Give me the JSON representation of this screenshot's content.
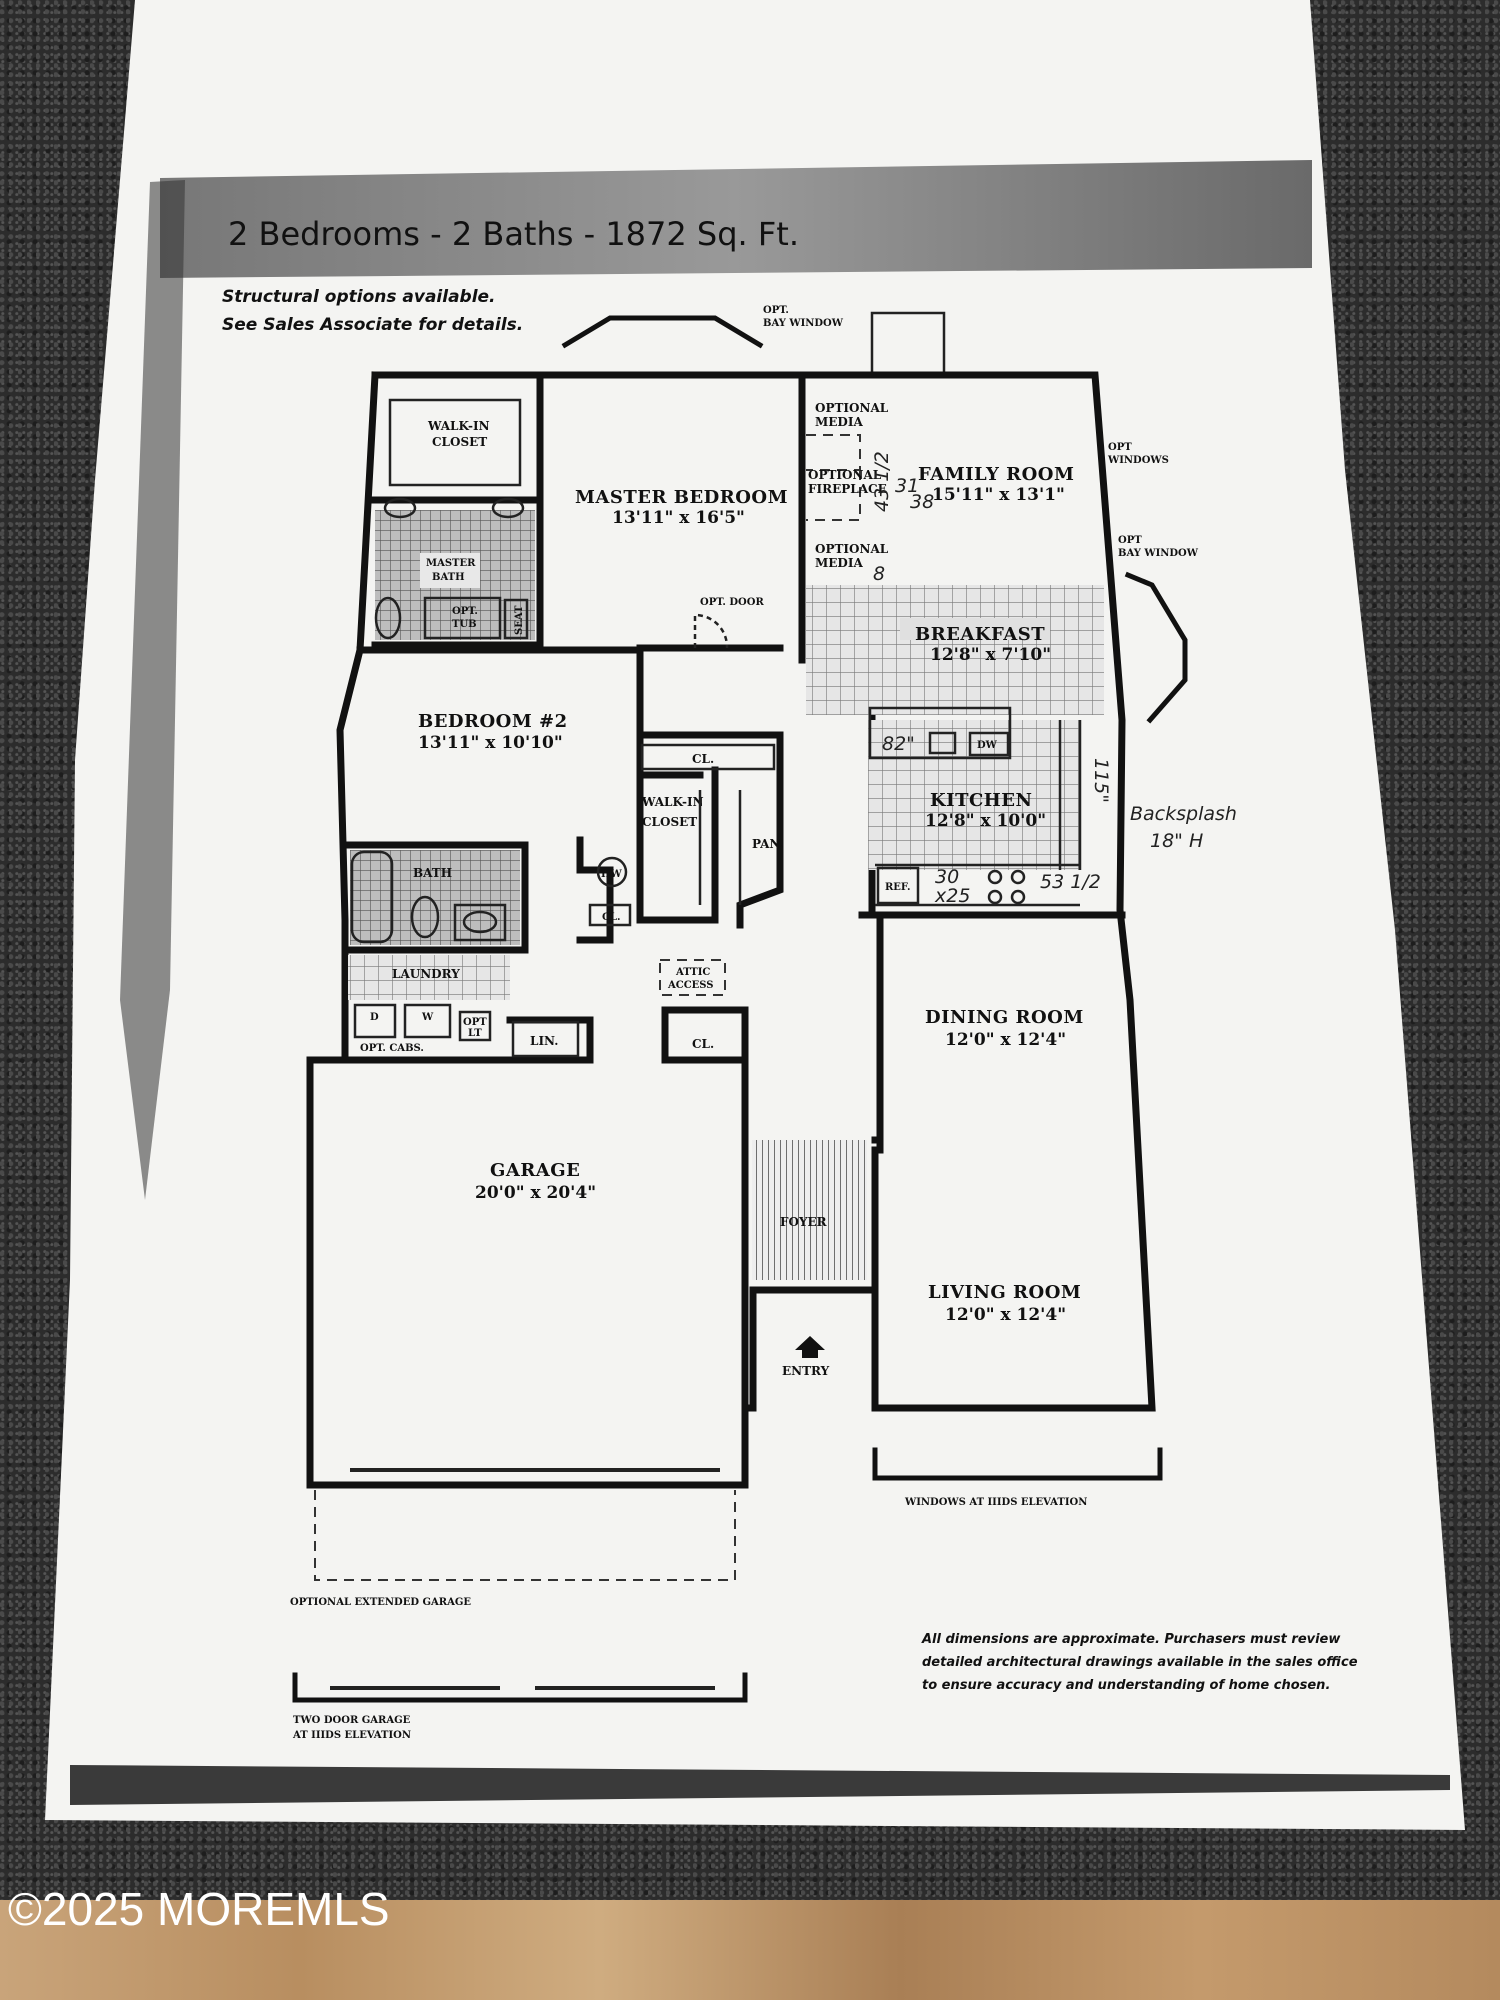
{
  "header": {
    "title": "2 Bedrooms - 2 Baths - 1872 Sq. Ft.",
    "subtitle_line1": "Structural options available.",
    "subtitle_line2": "See Sales Associate for details."
  },
  "options": {
    "bay_window_top_1": "OPT.",
    "bay_window_top_2": "BAY WINDOW",
    "windows_right_1": "OPT",
    "windows_right_2": "WINDOWS",
    "bay_window_right_1": "OPT",
    "bay_window_right_2": "BAY WINDOW",
    "optional_media_1": "OPTIONAL",
    "optional_media_2": "MEDIA",
    "optional_fireplace_1": "OPTIONAL",
    "optional_fireplace_2": "FIREPLACE",
    "optional_media_b1": "OPTIONAL",
    "optional_media_b2": "MEDIA",
    "opt_door": "OPT. DOOR",
    "opt_tub_1": "OPT.",
    "opt_tub_2": "TUB",
    "seat": "SEAT",
    "opt_cabs": "OPT. CABS.",
    "opt_lt_1": "OPT",
    "opt_lt_2": "LT",
    "optional_extended_garage": "OPTIONAL EXTENDED GARAGE",
    "windows_elevation": "WINDOWS AT IIIDS ELEVATION",
    "two_door_garage_1": "TWO DOOR GARAGE",
    "two_door_garage_2": "AT IIIDS ELEVATION"
  },
  "rooms": {
    "walk_in_closet_1": "WALK-IN",
    "walk_in_closet_2": "CLOSET",
    "master_bedroom": "MASTER BEDROOM",
    "master_bedroom_dim": "13'11\" x 16'5\"",
    "master_bath_1": "MASTER",
    "master_bath_2": "BATH",
    "family_room": "FAMILY ROOM",
    "family_room_dim": "15'11\" x 13'1\"",
    "breakfast": "BREAKFAST",
    "breakfast_dim": "12'8\" x 7'10\"",
    "bedroom2": "BEDROOM #2",
    "bedroom2_dim": "13'11\" x 10'10\"",
    "closet_cl": "CL.",
    "walk_in_closet2_1": "WALK-IN",
    "walk_in_closet2_2": "CLOSET",
    "kitchen": "KITCHEN",
    "kitchen_dim": "12'8\" x 10'0\"",
    "dw": "DW",
    "ref": "REF.",
    "pan": "PAN.",
    "bath": "BATH",
    "hw": "HW",
    "cl_small": "CL.",
    "laundry": "LAUNDRY",
    "dryer": "D",
    "washer": "W",
    "lin": "LIN.",
    "attic_1": "ATTIC",
    "attic_2": "ACCESS",
    "cl_bottom": "CL.",
    "dining_room": "DINING ROOM",
    "dining_room_dim": "12'0\" x 12'4\"",
    "garage": "GARAGE",
    "garage_dim": "20'0\" x 20'4\"",
    "foyer": "FOYER",
    "living_room": "LIVING ROOM",
    "living_room_dim": "12'0\" x 12'4\"",
    "entry": "ENTRY"
  },
  "handwritten": {
    "media_a": "31",
    "media_b": "43 1/2",
    "media_c": "38",
    "media_d": "8",
    "kitchen_82": "82\"",
    "kitchen_115": "115\"",
    "backsplash_1": "Backsplash",
    "backsplash_2": "18\" H",
    "sink_30": "30",
    "sink_25": "x25",
    "range_53": "53 1/2"
  },
  "disclaimer": {
    "line1": "All dimensions are approximate. Purchasers must review",
    "line2": "detailed architectural drawings available in the sales office",
    "line3": "to ensure accuracy and understanding of home chosen."
  },
  "watermark": "©2025 MOREMLS",
  "colors": {
    "paper": "#f4f4f2",
    "ink": "#111111",
    "background": "#2c2c2c"
  }
}
